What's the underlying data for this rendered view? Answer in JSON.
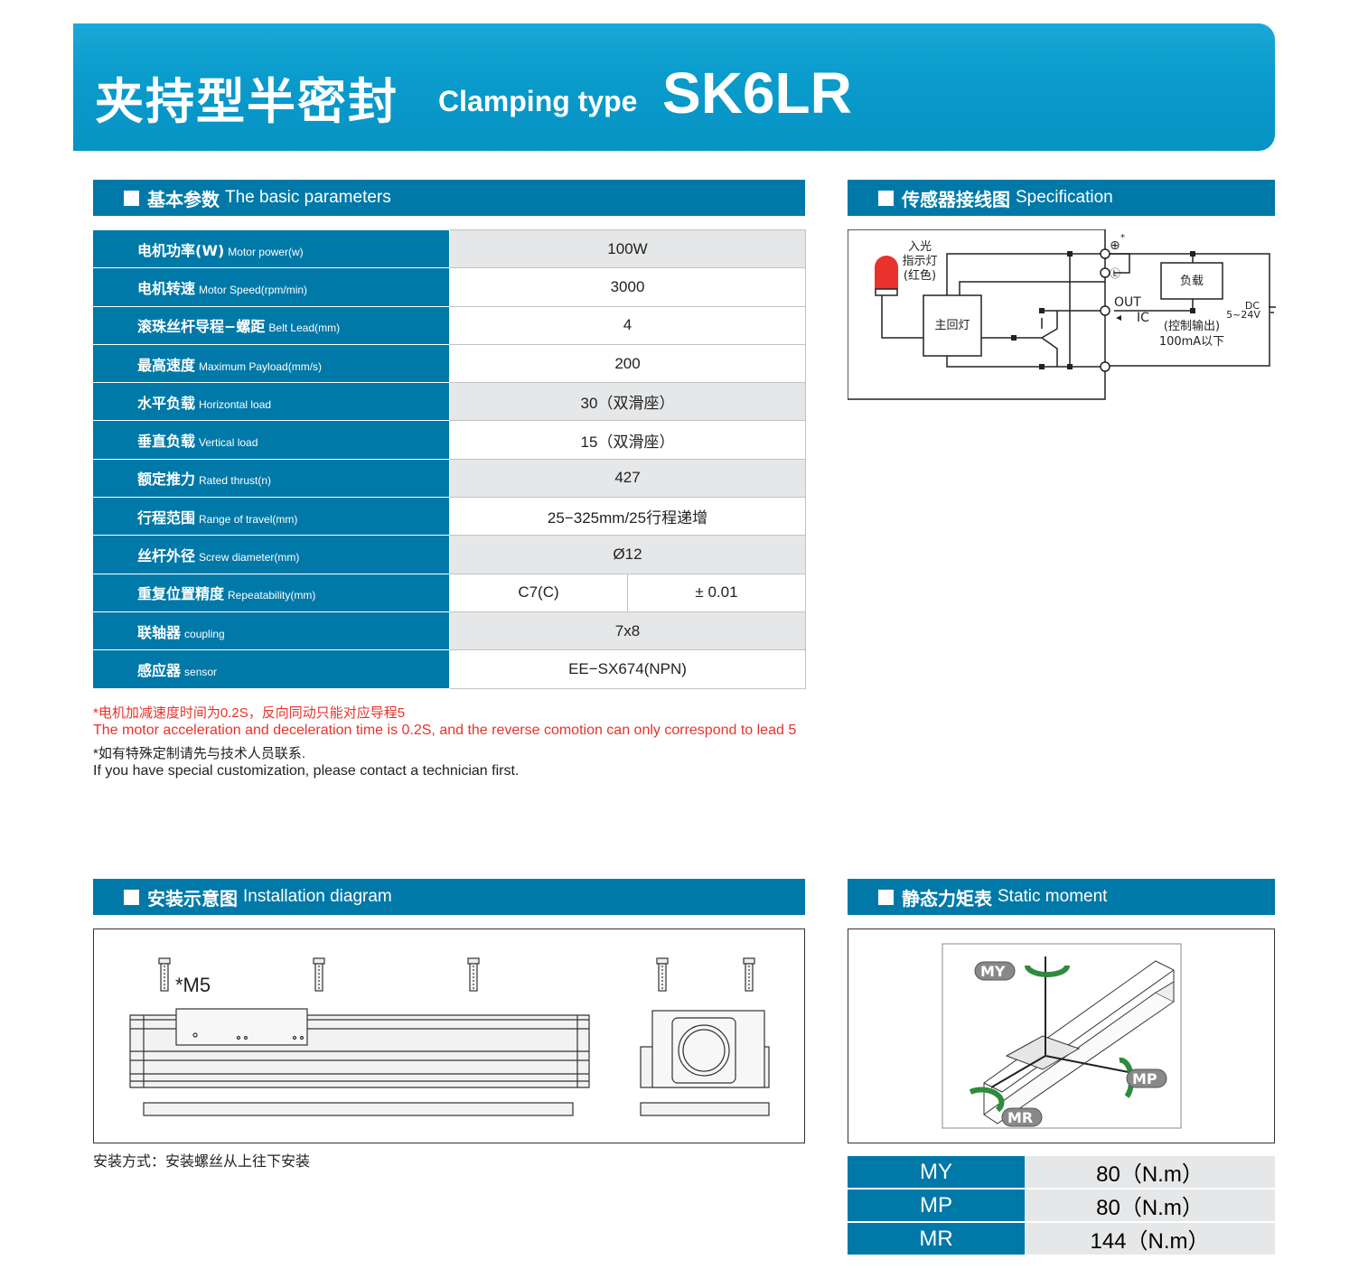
{
  "header": {
    "title_cn": "夹持型半密封",
    "title_en": "Clamping type",
    "model": "SK6LR"
  },
  "sections": {
    "params": {
      "cn": "基本参数",
      "en": "The basic parameters"
    },
    "sensor": {
      "cn": "传感器接线图",
      "en": "Specification"
    },
    "install": {
      "cn": "安装示意图",
      "en": "Installation diagram"
    },
    "moment": {
      "cn": "静态力矩表",
      "en": "Static moment"
    }
  },
  "params": [
    {
      "cn": "电机功率(W)",
      "en": "Motor power(w)",
      "value": "100W"
    },
    {
      "cn": "电机转速",
      "en": "Motor Speed(rpm/min)",
      "value": "3000"
    },
    {
      "cn": "滚珠丝杆导程−螺距",
      "en": "Belt Lead(mm)",
      "value": "4"
    },
    {
      "cn": "最高速度",
      "en": "Maximum Payload(mm/s)",
      "value": "200"
    },
    {
      "cn": "水平负载",
      "en": "Horizontal load",
      "value": "30（双滑座）"
    },
    {
      "cn": "垂直负载",
      "en": "Vertical load",
      "value": "15（双滑座）"
    },
    {
      "cn": "额定推力",
      "en": "Rated thrust(n)",
      "value": "427"
    },
    {
      "cn": "行程范围",
      "en": "Range of travel(mm)",
      "value": "25−325mm/25行程递增"
    },
    {
      "cn": "丝杆外径",
      "en": "Screw diameter(mm)",
      "value": "Ø12"
    },
    {
      "cn": "重复位置精度",
      "en": "Repeatability(mm)",
      "value": "C7(C)",
      "value2": "± 0.01"
    },
    {
      "cn": "联轴器",
      "en": "coupling",
      "value": "7x8"
    },
    {
      "cn": "感应器",
      "en": "sensor",
      "value": "EE−SX674(NPN)"
    }
  ],
  "notes": [
    "*电机加减速度时间为0.2S，反向同动只能对应导程5",
    "The motor acceleration and deceleration time is 0.2S, and the reverse comotion can only correspond to lead 5",
    "*如有特殊定制请先与技术人员联系.",
    "If you have special customization, please contact a technician first."
  ],
  "circuit": {
    "lamp1": "入光",
    "lamp2": "指示灯",
    "lamp3": "(红色)",
    "main": "主回灯",
    "load": "负载",
    "out": "OUT",
    "ic": "IC",
    "ctrl": "(控制输出)",
    "current": "100mA以下",
    "dc": "DC",
    "volt": "5~24V",
    "plus": "⊕",
    "star": "*",
    "l": "Ⓛ"
  },
  "install": {
    "screw": "*M5",
    "caption": "安装方式：安装螺丝从上往下安装"
  },
  "moment_labels": {
    "my": "MY",
    "mp": "MP",
    "mr": "MR"
  },
  "moments": [
    {
      "k": "MY",
      "v": "80（N.m）"
    },
    {
      "k": "MP",
      "v": "80（N.m）"
    },
    {
      "k": "MR",
      "v": "144（N.m）"
    }
  ]
}
